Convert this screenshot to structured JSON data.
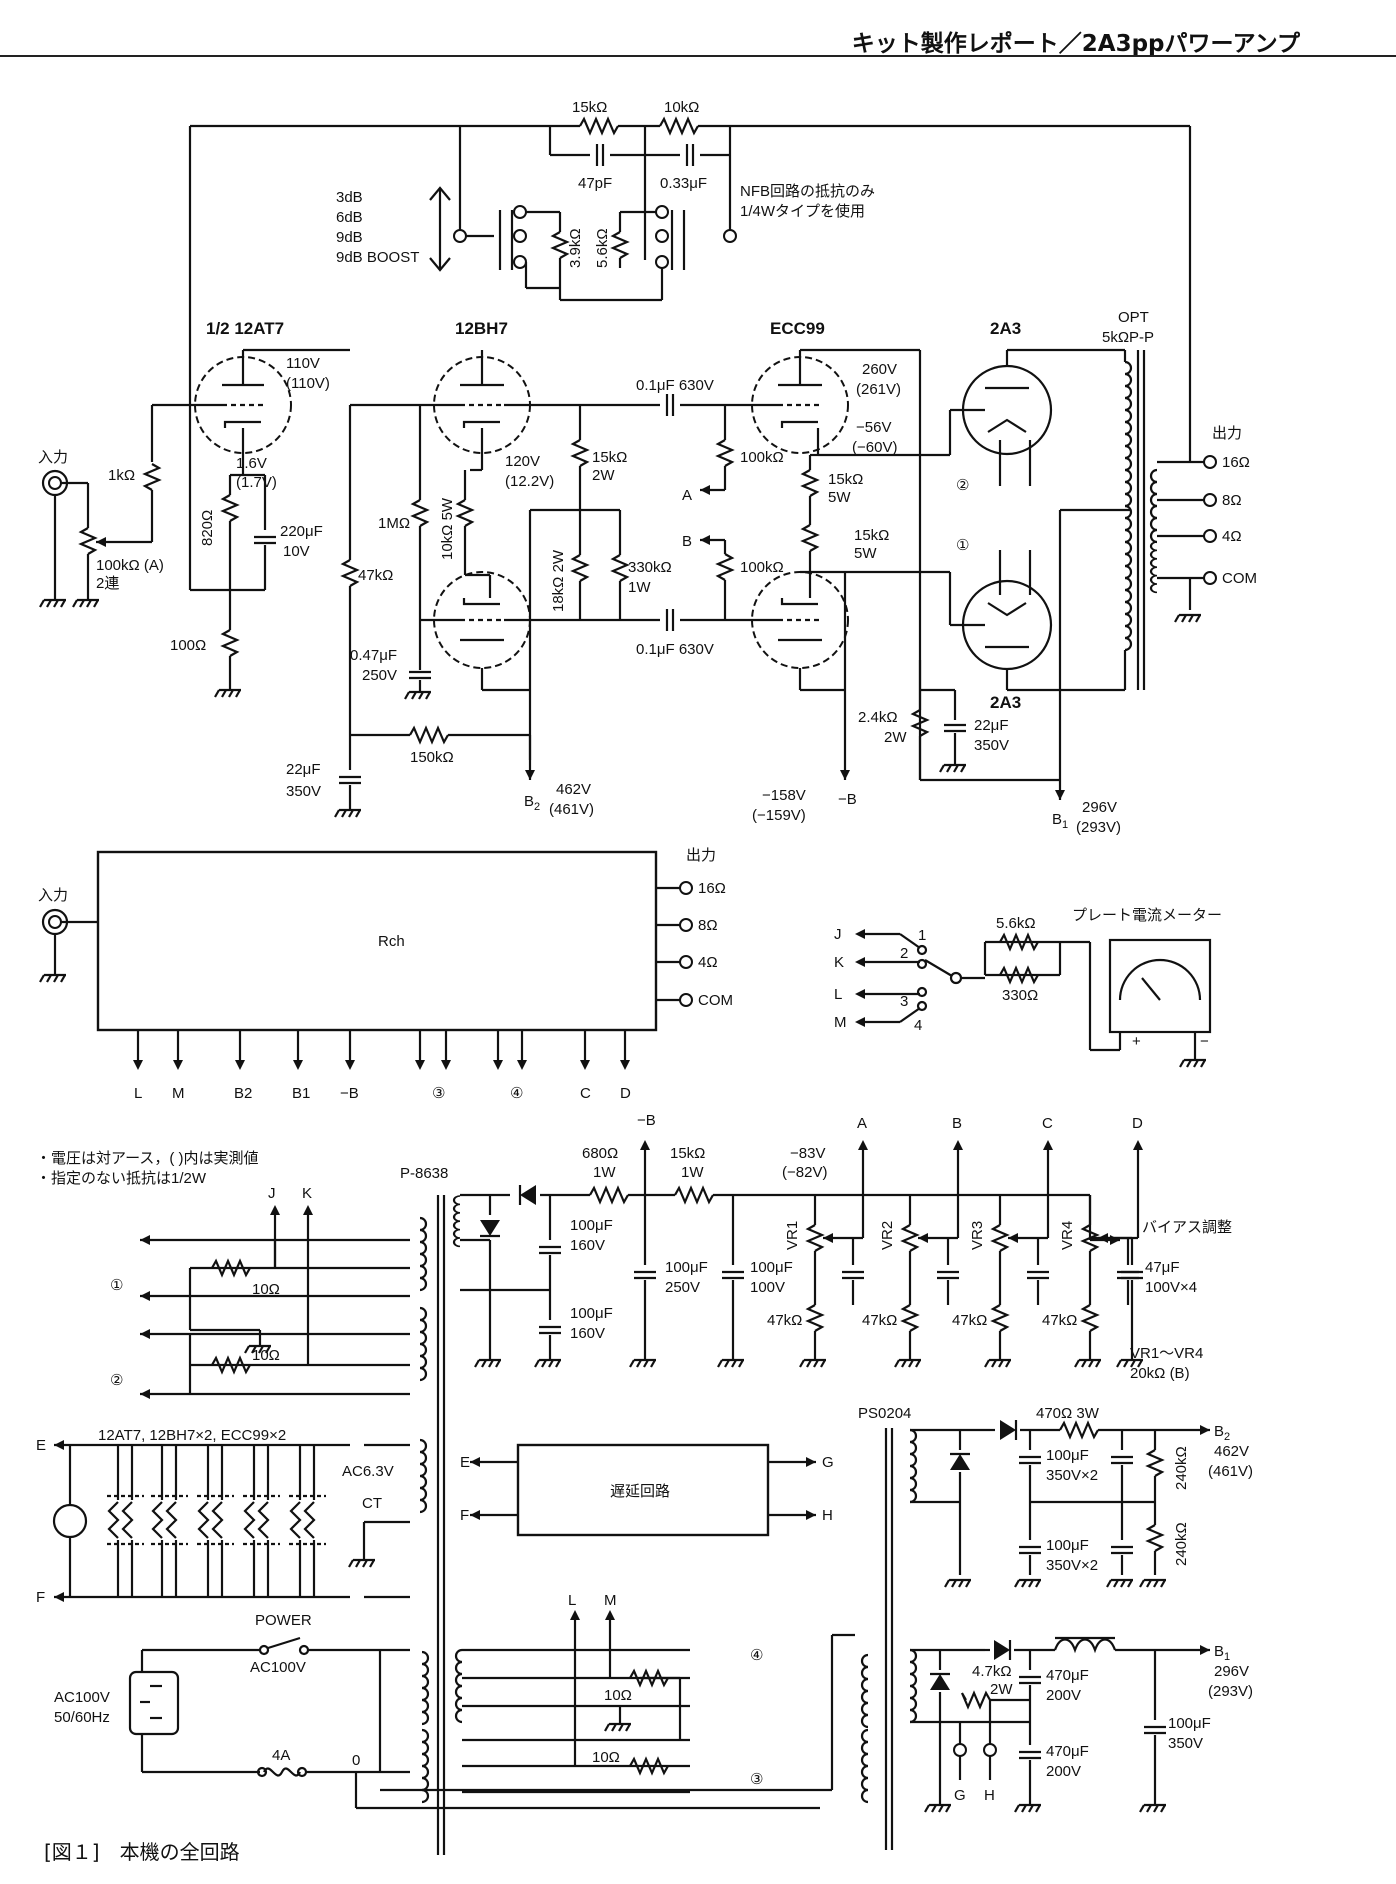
{
  "header": {
    "title": "キット製作レポート／2A3ppパワーアンプ"
  },
  "caption": "[図１]　本機の全回路",
  "notes": [
    "・電圧は対アース，( )内は実測値",
    "・指定のない抵抗は1/2W"
  ],
  "nfb": {
    "r1": "15kΩ",
    "r2": "10kΩ",
    "c1": "47pF",
    "c2": "0.33μF",
    "note1": "NFB回路の抵抗のみ",
    "note2": "1/4Wタイプを使用",
    "r3": "3.9kΩ",
    "r4": "5.6kΩ",
    "sw": [
      "3dB",
      "6dB",
      "9dB",
      "9dB BOOST"
    ]
  },
  "tubes": {
    "v1": "1/2 12AT7",
    "v2": "12BH7",
    "v3": "ECC99",
    "v4": "2A3",
    "v5": "2A3"
  },
  "main": {
    "input": "入力",
    "output": "出力",
    "in_r1": "1kΩ",
    "vol": "100kΩ (A)",
    "vol2": "2連",
    "v1_cath": "1.6V",
    "v1_cath_m": "(1.7V)",
    "r820": "820Ω",
    "c220": "220μF",
    "c220v": "10V",
    "r100": "100Ω",
    "v1_plate": "110V",
    "v1_plate_m": "(110V)",
    "r47k": "47kΩ",
    "r1m": "1MΩ",
    "r10k5w": "10kΩ 5W",
    "c047": "0.47μF",
    "c047v": "250V",
    "v2_k": "120V",
    "v2_k_m": "(12.2V)",
    "r15k2w": "15kΩ",
    "r15k2w_w": "2W",
    "r18k": "18kΩ 2W",
    "r330k": "330kΩ",
    "r330k_w": "1W",
    "cc1": "0.1μF 630V",
    "cc2": "0.1μF 630V",
    "r100k1": "100kΩ",
    "r100k2": "100kΩ",
    "lblA": "A",
    "lblB": "B",
    "v3_plate": "260V",
    "v3_plate_m": "(261V)",
    "v3_k": "−56V",
    "v3_k_m": "(−60V)",
    "r15k5w1": "15kΩ",
    "r15k5w1_w": "5W",
    "r15k5w2": "15kΩ",
    "r15k5w2_w": "5W",
    "r150k": "150kΩ",
    "c22a": "22μF",
    "c22a_v": "350V",
    "b2": "B",
    "b2s": "2",
    "b2v": "462V",
    "b2v_m": "(461V)",
    "mb": "−158V",
    "mb_m": "(−159V)",
    "mb_l": "−B",
    "r24k": "2.4kΩ",
    "r24k_w": "2W",
    "c22b": "22μF",
    "c22b_v": "350V",
    "opt": "OPT",
    "opt_z": "5kΩP-P",
    "taps": [
      "16Ω",
      "8Ω",
      "4Ω",
      "COM"
    ],
    "b1": "B",
    "b1s": "1",
    "b1v": "296V",
    "b1v_m": "(293V)",
    "n1": "①",
    "n2": "②"
  },
  "rch": {
    "label": "Rch",
    "input": "入力",
    "output": "出力",
    "taps": [
      "16Ω",
      "8Ω",
      "4Ω",
      "COM"
    ],
    "pins": [
      "L",
      "M",
      "B2",
      "B1",
      "−B",
      "③",
      "④",
      "C",
      "D"
    ]
  },
  "meter": {
    "title": "プレート電流メーター",
    "r1": "5.6kΩ",
    "r2": "330Ω",
    "inputs": [
      "J",
      "K",
      "L",
      "M"
    ],
    "pos": [
      "1",
      "2",
      "3",
      "4"
    ],
    "plus": "+",
    "minus": "−"
  },
  "ps": {
    "pt": "P-8638",
    "mb": "−B",
    "r680": "680Ω",
    "r680w": "1W",
    "r15k": "15kΩ",
    "r15kw": "1W",
    "bias_v": "−83V",
    "bias_v_m": "(−82V)",
    "c100a": "100μF",
    "c100a_v": "160V",
    "c100b": "100μF",
    "c100b_v": "160V",
    "c100c": "100μF",
    "c100c_v": "250V",
    "c100d": "100μF",
    "c100d_v": "100V",
    "vr": [
      "VR1",
      "VR2",
      "VR3",
      "VR4"
    ],
    "taps": [
      "A",
      "B",
      "C",
      "D"
    ],
    "r47k": "47kΩ",
    "bias": "バイアス調整",
    "c47": "47μF",
    "c47v": "100V×4",
    "vr_note": "VR1〜VR4",
    "vr_val": "20kΩ (B)",
    "w1": "①",
    "w2": "②",
    "j": "J",
    "k": "K",
    "r10a": "10Ω",
    "r10b": "10Ω",
    "heaters": "12AT7, 12BH7×2, ECC99×2",
    "e": "E",
    "f": "F",
    "ac63": "AC6.3V",
    "ct": "CT",
    "delay": "遅延回路",
    "de": "E",
    "df": "F",
    "dg": "G",
    "dh": "H",
    "power": "POWER",
    "ac100": "AC100V",
    "ac_in": "AC100V",
    "ac_hz": "50/60Hz",
    "fuse": "4A",
    "zero": "0",
    "l": "L",
    "m": "M",
    "r10c": "10Ω",
    "r10d": "10Ω",
    "w4": "④",
    "w3": "③",
    "ps2": "PS0204",
    "r470": "470Ω 3W",
    "b2": "B",
    "b2s": "2",
    "b2v": "462V",
    "b2v_m": "(461V)",
    "c100e": "100μF",
    "c100e_v": "350V×2",
    "c100f": "100μF",
    "c100f_v": "350V×2",
    "r240a": "240kΩ",
    "r240b": "240kΩ",
    "b1": "B",
    "b1s": "1",
    "b1v": "296V",
    "b1v_m": "(293V)",
    "r47": "4.7kΩ",
    "r47w": "2W",
    "c470a": "470μF",
    "c470a_v": "200V",
    "c470b": "470μF",
    "c470b_v": "200V",
    "c100g": "100μF",
    "c100g_v": "350V",
    "g": "G",
    "h": "H"
  }
}
